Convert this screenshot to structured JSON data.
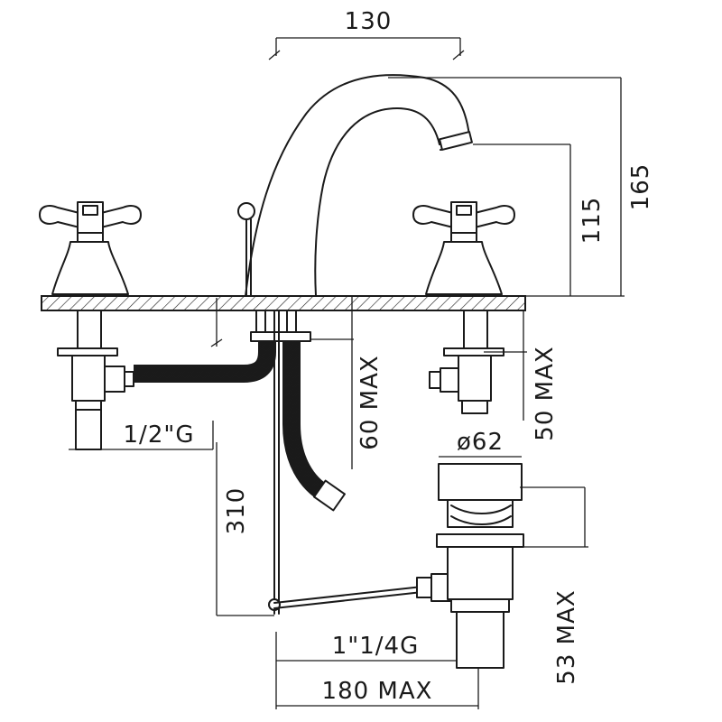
{
  "dimensions": {
    "spout_reach": "130",
    "total_height": "165",
    "spout_height": "115",
    "deck_thickness_left": "60 MAX",
    "deck_thickness_right": "50 MAX",
    "hose_length": "310",
    "inlet_thread": "1/2\"G",
    "waste_diameter": "ø62",
    "waste_thread": "1\"1/4G",
    "waste_depth": "53 MAX",
    "basin_span": "180 MAX"
  }
}
